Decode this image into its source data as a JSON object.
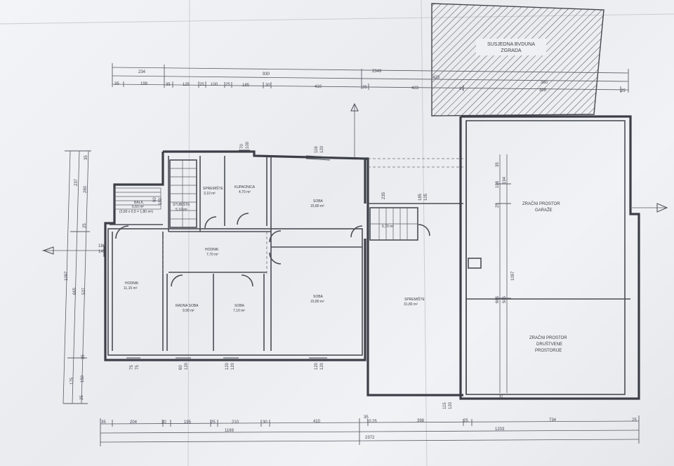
{
  "neighbor": {
    "line1": "SUSJEDNA BVDUNA",
    "line2": "ZGRADA"
  },
  "rooms": {
    "spremiste_small": {
      "name": "SPREMIŠTE",
      "area": "3,10 m²"
    },
    "kupaonica": {
      "name": "KUPAONICA",
      "area": "4,70 m²"
    },
    "soba_top": {
      "name": "SOBA",
      "area": "15,80 m²"
    },
    "stubiste": {
      "name": "STUBIŠTE",
      "area": "5,10 m²"
    },
    "hodnik_mid": {
      "name": "HODNIK",
      "area": "7,70 m²"
    },
    "hodnik_left": {
      "name": "HODNIK",
      "area": "11,15 m²"
    },
    "radna_soba": {
      "name": "RADNA SOBA",
      "area": "9,90 m²"
    },
    "soba_small": {
      "name": "SOBA",
      "area": "7,10 m²"
    },
    "soba_big": {
      "name": "SOBA",
      "area": "15,80 m²"
    },
    "spremiste_big": {
      "name": "SPREMIŠTE",
      "area": "31,80 m²"
    },
    "balkon": {
      "name": "BALK.",
      "area": "6,60 m²",
      "formula": "(3,60 x 0,5 = 1,80 m²)"
    },
    "zracni_garaze": {
      "line1": "ZRAČNI PROSTOR",
      "line2": "GARAŽE"
    },
    "zracni_drustvene": {
      "line1": "ZRAČNI PROSTOR",
      "line2": "DRUŠTVENE",
      "line3": "PROSTORIJE"
    },
    "small_room_mid": {
      "area": "6,70 m²"
    }
  },
  "dims": {
    "top1": [
      "234",
      "930",
      "2349"
    ],
    "top2": [
      "423",
      "360"
    ],
    "top3": [
      "35",
      "199",
      "35",
      "125",
      "25",
      "100",
      "25",
      "185",
      "30",
      "410",
      "35",
      "423",
      "25",
      "309",
      "25"
    ],
    "bottom1": [
      "35",
      "204",
      "30",
      "195",
      "25",
      "210",
      "30",
      "410",
      "35",
      "10",
      "25",
      "398",
      "25",
      "734",
      "25"
    ],
    "bottom2": [
      "1169",
      "1203"
    ],
    "bottom3": [
      "2372"
    ],
    "left_outer": [
      "1097"
    ],
    "left_mid": [
      "237",
      "665",
      "175"
    ],
    "left_inner": [
      "35",
      "280",
      "25",
      "537",
      "35",
      "150",
      "25"
    ],
    "openings": [
      "180",
      "145",
      "75",
      "75",
      "90",
      "150",
      "120",
      "120",
      "120",
      "120",
      "60",
      "70",
      "100",
      "120",
      "185",
      "105",
      "116",
      "120",
      "115",
      "120"
    ],
    "right_dims": [
      "35",
      "198",
      "25",
      "194",
      "1097",
      "665",
      "505",
      "25"
    ],
    "mid_dims": [
      "235"
    ]
  },
  "colors": {
    "paper": "#eef0f3",
    "ink": "#3c3f47",
    "hatch": "#55585f"
  }
}
